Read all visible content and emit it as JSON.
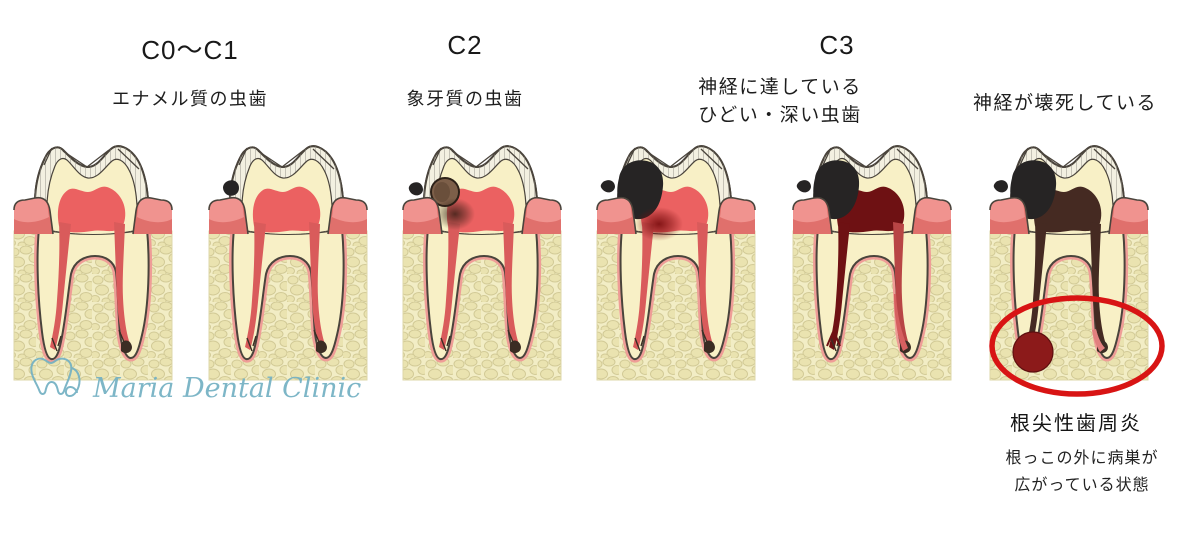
{
  "stages": [
    {
      "id": "c0-c1",
      "title": "C0～C1",
      "subtitle": "エナメル質の虫歯"
    },
    {
      "id": "c2",
      "title": "C2",
      "subtitle": "象牙質の虫歯"
    },
    {
      "id": "c3",
      "title": "C3",
      "subtitle_line1": "神経に達している",
      "subtitle_line2": "ひどい・深い虫歯"
    },
    {
      "id": "necrosis",
      "subtitle": "神経が壊死している"
    }
  ],
  "annotation": {
    "title": "根尖性歯周炎",
    "desc_line1": "根っこの外に病巣が",
    "desc_line2": "広がっている状態"
  },
  "watermark": {
    "text": "Maria Dental Clinic",
    "logo": "tooth-outline-with-swirl"
  },
  "teeth": [
    {
      "name": "tooth-c0",
      "cavity": "none",
      "pulp_state": "healthy",
      "abscess": false,
      "highlighted": false
    },
    {
      "name": "tooth-c1",
      "cavity": "enamel",
      "pulp_state": "healthy",
      "abscess": false,
      "highlighted": false
    },
    {
      "name": "tooth-c2",
      "cavity": "dentin",
      "pulp_state": "healthy",
      "abscess": false,
      "highlighted": false
    },
    {
      "name": "tooth-c3-deep",
      "cavity": "deep",
      "pulp_state": "inflamed",
      "abscess": false,
      "highlighted": false
    },
    {
      "name": "tooth-c3-advanced",
      "cavity": "deep",
      "pulp_state": "infected",
      "abscess": false,
      "highlighted": false
    },
    {
      "name": "tooth-necrotic",
      "cavity": "deep",
      "pulp_state": "necrotic",
      "abscess": true,
      "highlighted": true
    }
  ],
  "palette": {
    "outline": "#4a443c",
    "enamel": "#f3f0e1",
    "dentin": "#f8f0c6",
    "pulp_healthy": "#eb6161",
    "canal_healthy": "#d95b5b",
    "pulp_infected": "#6e1113",
    "canal_infected_lower": "#d66060",
    "pulp_necrotic": "#452a22",
    "canal_pink": "#e2807f",
    "gum_light": "#f0938f",
    "gum_dark": "#e0706c",
    "ligament": "#ef9d97",
    "bone_bg": "#f2edc5",
    "bone_stone_fill": "#eae3b0",
    "bone_stone_edge": "#d2ca96",
    "cavity_black": "#262424",
    "decay_brown": "#7d5f49",
    "decay_brown_dark": "#5b4130",
    "abscess": "#8c1a1a",
    "highlight_red": "#d81414",
    "watermark": "#74b1c3",
    "text": "#1c1c1c"
  }
}
